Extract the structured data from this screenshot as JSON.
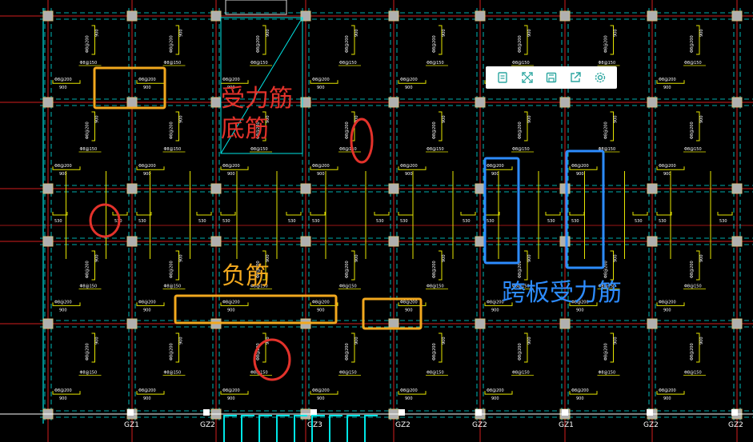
{
  "annotations": {
    "shouli_jin": "受力筋",
    "di_jin": "底筋",
    "fu_jin": "负筋",
    "kuaban_shouli_jin": "跨板受力筋"
  },
  "column_tags": [
    "GZ1",
    "GZ2",
    "GZ3",
    "GZ2",
    "GZ2",
    "GZ1",
    "GZ2",
    "GZ2"
  ],
  "dims": {
    "d900": "900",
    "d530": "530",
    "d200": "200",
    "rebar_150": "Φ8@150",
    "rebar_200": "Φ8@200"
  },
  "toolbar": {
    "icons": [
      "document-icon",
      "fullscreen-icon",
      "save-icon",
      "share-icon",
      "settings-icon"
    ]
  },
  "colors": {
    "background": "#000000",
    "grid_red": "#d21e1e",
    "dash_cyan": "#00e6e6",
    "rebar_yellow": "#e6e600",
    "text_white": "#ffffff",
    "highlight_orange": "#f2a81e",
    "highlight_blue": "#2d8cff",
    "highlight_red": "#e3322b"
  }
}
